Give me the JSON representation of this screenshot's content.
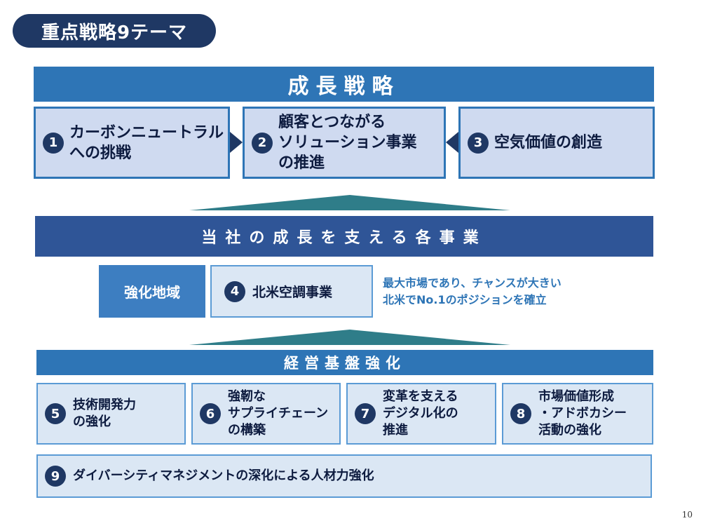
{
  "title": "重点戦略9テーマ",
  "growth": {
    "header": "成長戦略",
    "items": [
      {
        "num": "1",
        "lines": [
          "カーボンニュートラル",
          "への挑戦"
        ]
      },
      {
        "num": "2",
        "lines": [
          "顧客とつながる",
          "ソリューション事業",
          "の推進"
        ]
      },
      {
        "num": "3",
        "lines": [
          "空気価値の創造"
        ]
      }
    ]
  },
  "support": {
    "header": "当社の成長を支える各事業",
    "region_label": "強化地域",
    "region_item": {
      "num": "4",
      "label": "北米空調事業"
    },
    "note_lines": [
      "最大市場であり、チャンスが大きい",
      "北米でNo.1のポジションを確立"
    ]
  },
  "base": {
    "header": "経営基盤強化",
    "items": [
      {
        "num": "5",
        "lines": [
          "技術開発力",
          "の強化"
        ]
      },
      {
        "num": "6",
        "lines": [
          "強靭な",
          "サプライチェーン",
          "の構築"
        ]
      },
      {
        "num": "7",
        "lines": [
          "変革を支える",
          "デジタル化の",
          "推進"
        ]
      },
      {
        "num": "8",
        "lines": [
          "市場価値形成",
          "・アドボカシー",
          "活動の強化"
        ]
      },
      {
        "num": "9",
        "lines": [
          "ダイバーシティマネジメントの深化による人材力強化"
        ]
      }
    ]
  },
  "page_number": "10",
  "colors": {
    "navy": "#1f3864",
    "blue": "#2e75b6",
    "dark_band": "#2f5597",
    "teal_arrow": "#2f7d89",
    "light_box": "#cfdaf0",
    "pale_box": "#dbe7f4"
  }
}
